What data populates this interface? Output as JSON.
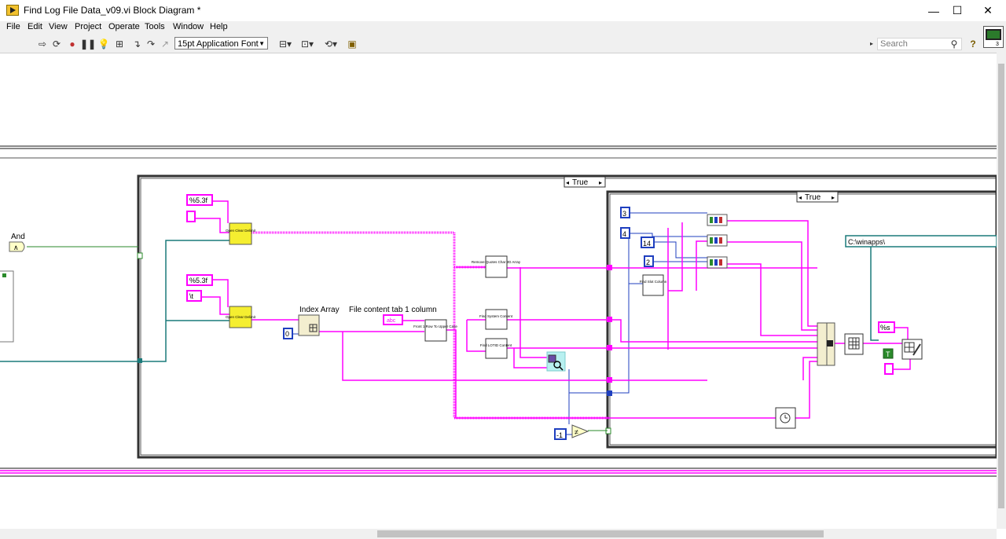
{
  "window": {
    "title": "Find Log File Data_v09.vi Block Diagram *",
    "controls": {
      "minimize": "—",
      "maximize": "☐",
      "close": "✕"
    }
  },
  "menu": [
    "File",
    "Edit",
    "View",
    "Project",
    "Operate",
    "Tools",
    "Window",
    "Help"
  ],
  "toolbar": {
    "font": "15pt Application Font",
    "search_placeholder": "Search",
    "help": "?"
  },
  "diagram": {
    "labels": {
      "and": "And",
      "index_array": "Index Array",
      "file_content": "File content tab 1 column",
      "outer_case": "True",
      "inner_case": "True"
    },
    "constants": {
      "fmt1": "%5.3f",
      "fmt2": "%5.3f",
      "tab": "\\t",
      "zero": "0",
      "three": "3",
      "four": "4",
      "fourteen": "14",
      "two": "2",
      "neg_one": "-1",
      "fmt_s": "%s",
      "path": "C:\\winapps\\",
      "bool_t": "T"
    },
    "subvis": {
      "open_clear_1": "Open Clear Delimit",
      "open_clear_2": "Open Clear Delimit",
      "remove_quotes": "Remove Quotes Char 2D Array",
      "front_row": "Front 1 Row To Upper Case",
      "find_system": "Find System Content",
      "find_lotid": "Find LOTID Content",
      "find_slot": "Find Slot Column"
    }
  }
}
